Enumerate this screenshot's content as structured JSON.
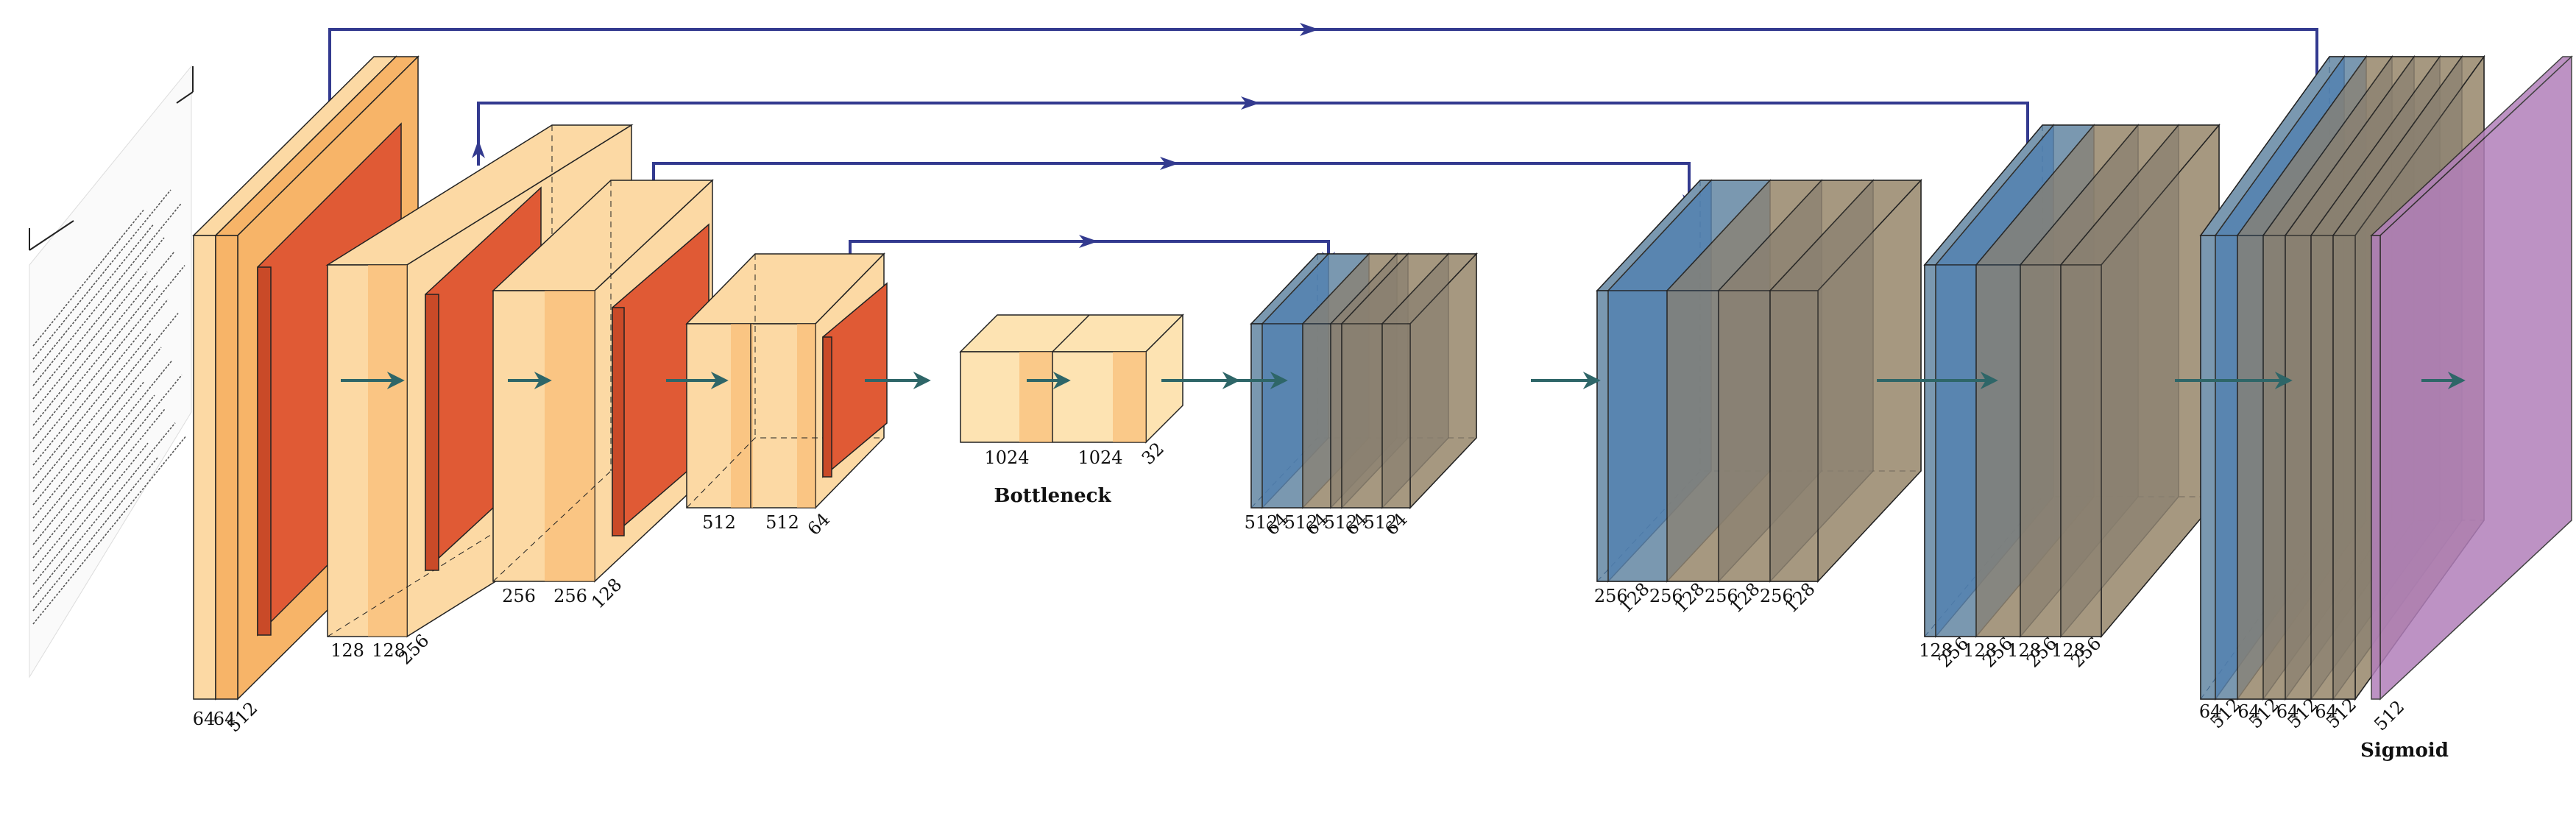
{
  "colors": {
    "conv": "#fcd9a4",
    "conv_dark": "#f7b468",
    "pool": "#e05a35",
    "bottleneck": "#fde3b2",
    "unpool": "#4f7fb0",
    "deconv": "#8a8070",
    "output": "#b27fba",
    "skip_arrow": "#333a8f",
    "flow_arrow": "#2e6668",
    "edge": "#222222"
  },
  "labels": {
    "enc1": [
      "64",
      "64",
      "512"
    ],
    "enc2": [
      "128",
      "128",
      "256"
    ],
    "enc3": [
      "256",
      "256",
      "128"
    ],
    "enc4": [
      "512",
      "512",
      "64"
    ],
    "bottleneck": [
      "1024",
      "1024",
      "32"
    ],
    "dec1": [
      "512",
      "64",
      "512",
      "64",
      "512",
      "64",
      "512",
      "64"
    ],
    "dec2": [
      "256",
      "128",
      "256",
      "128",
      "256",
      "128",
      "256",
      "128"
    ],
    "dec3": [
      "128",
      "256",
      "128",
      "256",
      "128",
      "256",
      "128",
      "256"
    ],
    "dec4": [
      "64",
      "512",
      "64",
      "512",
      "64",
      "512",
      "64",
      "512"
    ],
    "output": [
      "512"
    ]
  },
  "captions": {
    "bottleneck": "Bottleneck",
    "output": "Sigmoid"
  },
  "document_icon": "rotated-document-page-icon"
}
